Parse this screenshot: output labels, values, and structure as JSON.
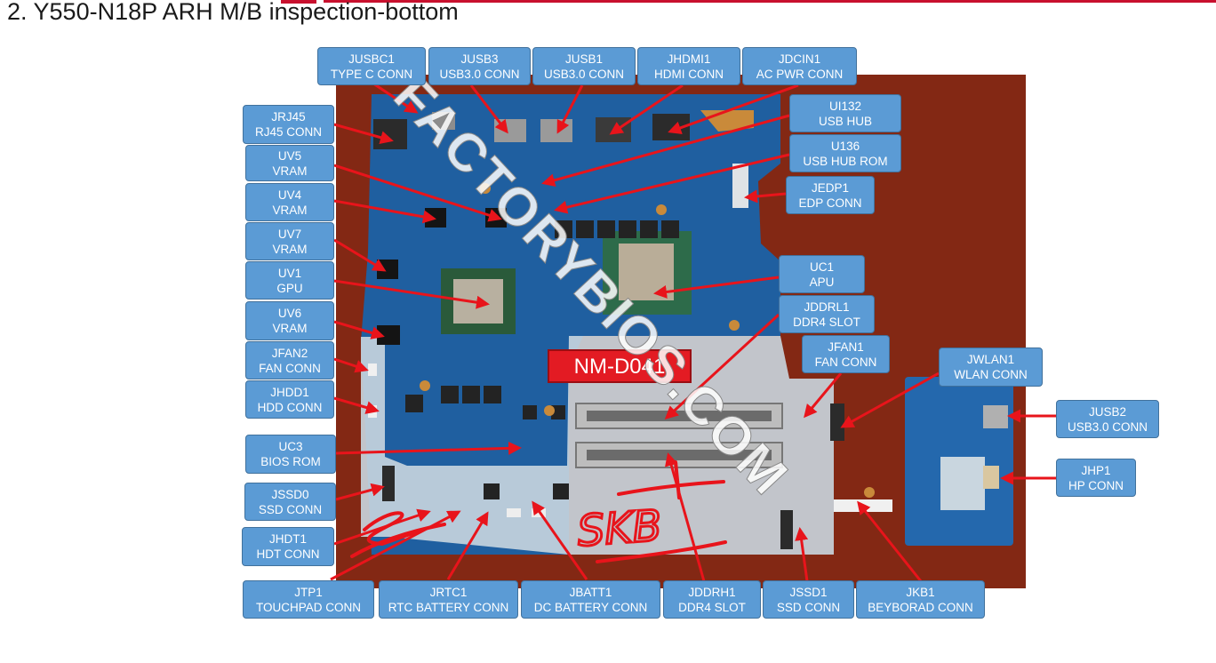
{
  "page": {
    "title": "2. Y550-N18P ARH M/B inspection-bottom",
    "footer": ""
  },
  "board": {
    "model_label": "NM-D041",
    "watermark": "FACTORYBIOS.COM",
    "handwriting": "SKB",
    "colors": {
      "label_fill": "#5b9bd5",
      "label_border": "#41719c",
      "arrow": "#e8141b",
      "backdrop": "#8a2b16",
      "pcb": "#1f5fa0"
    }
  },
  "labels": [
    {
      "ref": "JUSBC1",
      "desc": "TYPE C CONN"
    },
    {
      "ref": "JUSB3",
      "desc": "USB3.0 CONN"
    },
    {
      "ref": "JUSB1",
      "desc": "USB3.0 CONN"
    },
    {
      "ref": "JHDMI1",
      "desc": "HDMI CONN"
    },
    {
      "ref": "JDCIN1",
      "desc": "AC PWR CONN"
    },
    {
      "ref": "JRJ45",
      "desc": "RJ45 CONN"
    },
    {
      "ref": "UV5",
      "desc": "VRAM"
    },
    {
      "ref": "UV4",
      "desc": "VRAM"
    },
    {
      "ref": "UV7",
      "desc": "VRAM"
    },
    {
      "ref": "UV1",
      "desc": "GPU"
    },
    {
      "ref": "UV6",
      "desc": "VRAM"
    },
    {
      "ref": "JFAN2",
      "desc": "FAN CONN"
    },
    {
      "ref": "JHDD1",
      "desc": "HDD CONN"
    },
    {
      "ref": "UC3",
      "desc": "BIOS ROM"
    },
    {
      "ref": "JSSD0",
      "desc": "SSD CONN"
    },
    {
      "ref": "JHDT1",
      "desc": "HDT CONN"
    },
    {
      "ref": "JTP1",
      "desc": "TOUCHPAD CONN"
    },
    {
      "ref": "JRTC1",
      "desc": "RTC BATTERY CONN"
    },
    {
      "ref": "JBATT1",
      "desc": "DC BATTERY CONN"
    },
    {
      "ref": "JDDRH1",
      "desc": "DDR4 SLOT"
    },
    {
      "ref": "JSSD1",
      "desc": "SSD CONN"
    },
    {
      "ref": "JKB1",
      "desc": "BEYBORAD CONN"
    },
    {
      "ref": "UI132",
      "desc": "USB HUB"
    },
    {
      "ref": "U136",
      "desc": "USB HUB ROM"
    },
    {
      "ref": "JEDP1",
      "desc": "EDP CONN"
    },
    {
      "ref": "UC1",
      "desc": "APU"
    },
    {
      "ref": "JDDRL1",
      "desc": "DDR4 SLOT"
    },
    {
      "ref": "JFAN1",
      "desc": "FAN CONN"
    },
    {
      "ref": "JWLAN1",
      "desc": "WLAN CONN"
    },
    {
      "ref": "JUSB2",
      "desc": "USB3.0 CONN"
    },
    {
      "ref": "JHP1",
      "desc": "HP CONN"
    }
  ]
}
